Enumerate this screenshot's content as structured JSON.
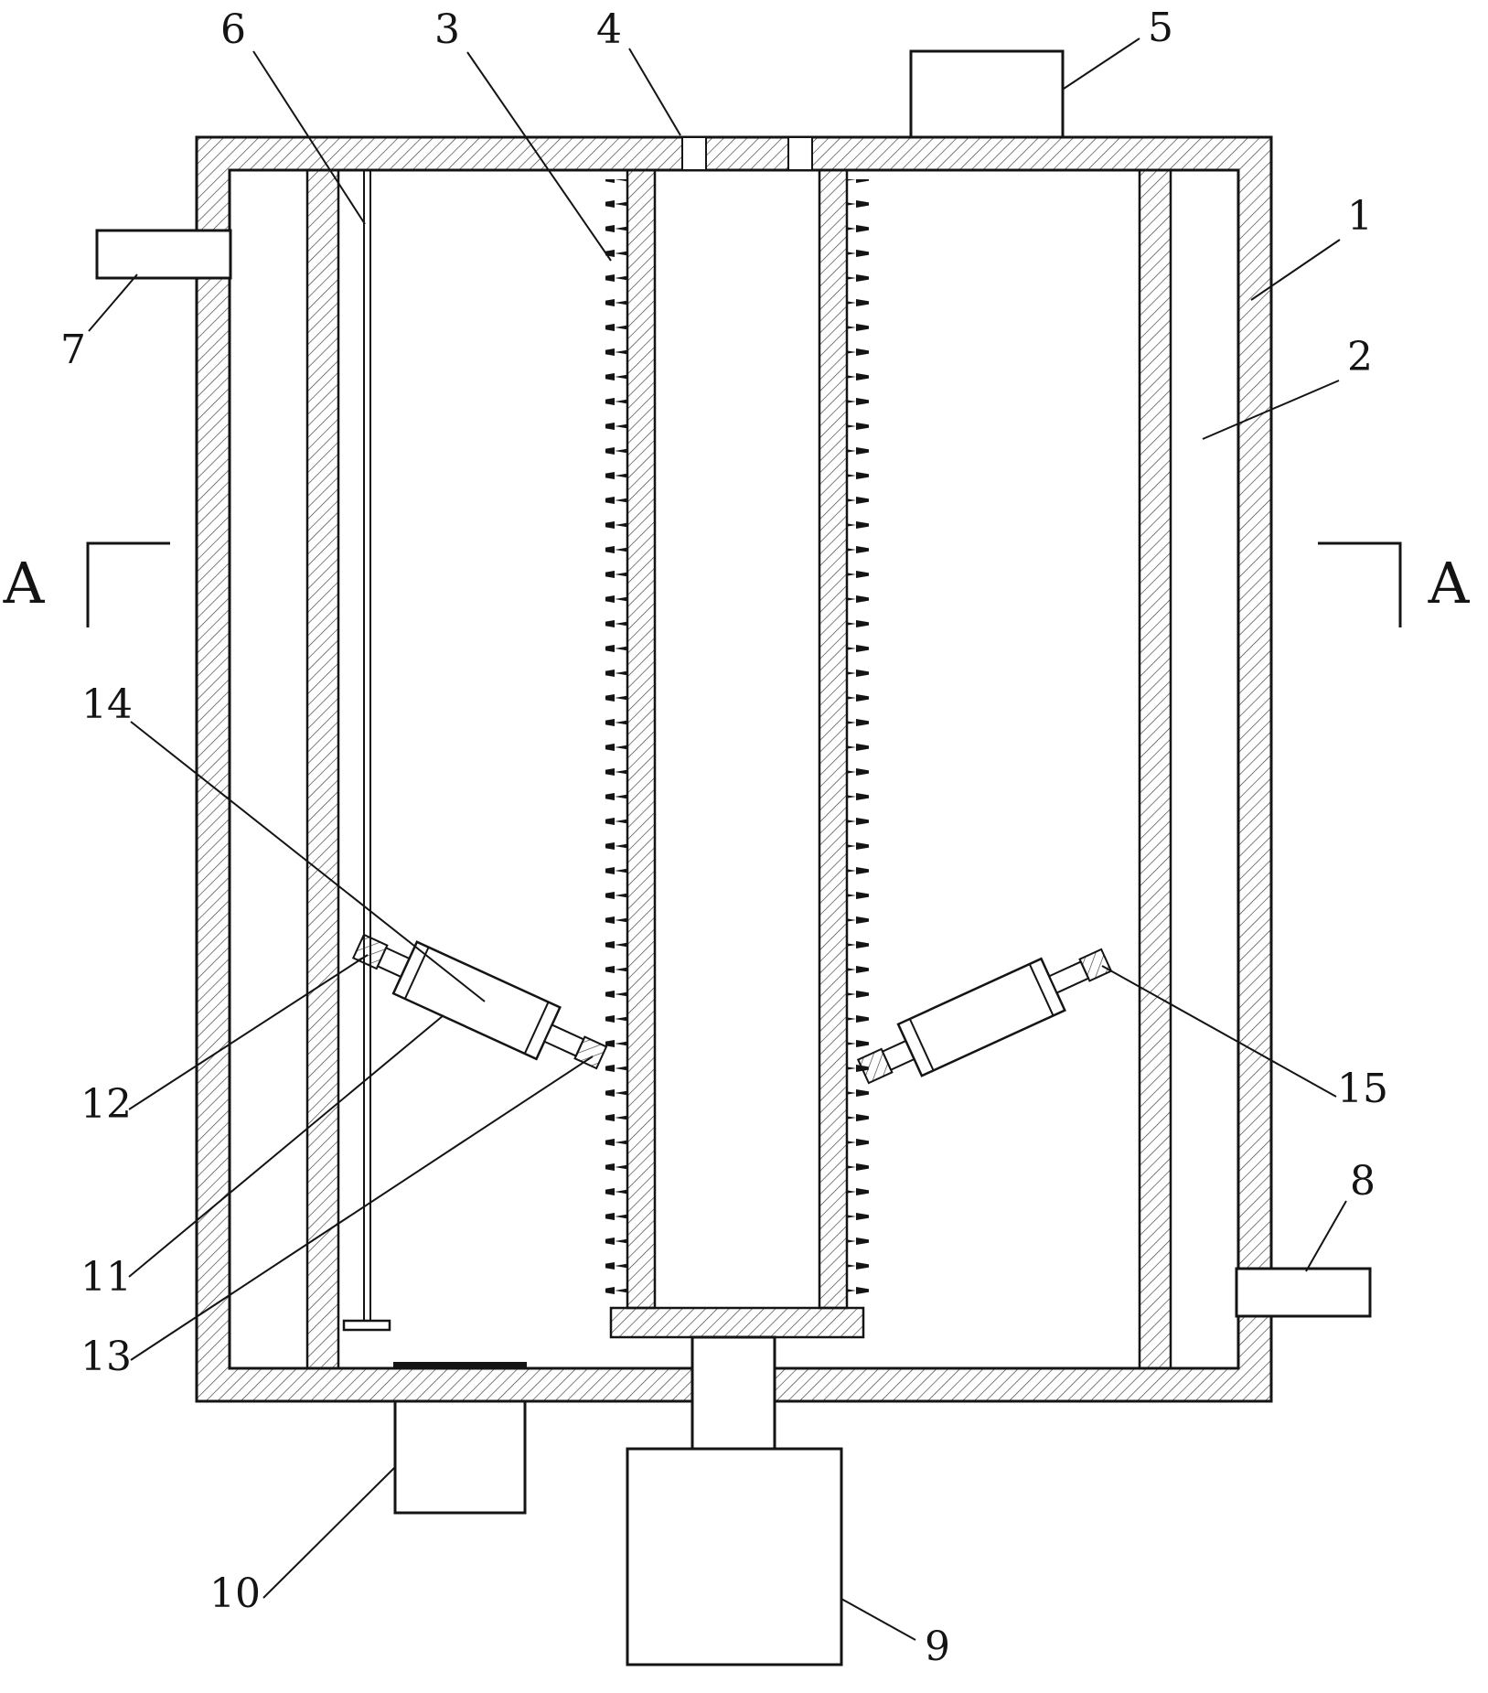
{
  "colors": {
    "background": "#ffffff",
    "line": "#141414",
    "hatch": "#3a3a3a"
  },
  "section_markers": {
    "left": "A",
    "right": "A"
  },
  "callouts": [
    {
      "num": "1"
    },
    {
      "num": "2"
    },
    {
      "num": "3"
    },
    {
      "num": "4"
    },
    {
      "num": "5"
    },
    {
      "num": "6"
    },
    {
      "num": "7"
    },
    {
      "num": "8"
    },
    {
      "num": "9"
    },
    {
      "num": "10"
    },
    {
      "num": "11"
    },
    {
      "num": "12"
    },
    {
      "num": "13"
    },
    {
      "num": "14"
    },
    {
      "num": "15"
    }
  ]
}
